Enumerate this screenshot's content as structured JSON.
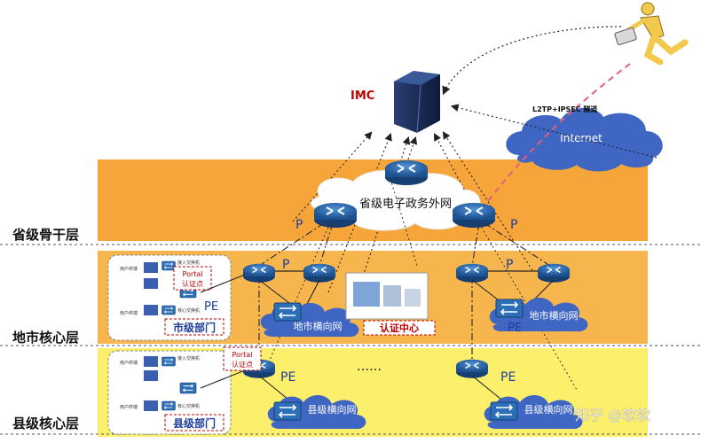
{
  "colors": {
    "provincial_band": "#f5a53a",
    "city_band": "#f7b64d",
    "county_band": "#fbef6c",
    "router_blue": "#2c6fb7",
    "cloud_blue": "#3f66c3",
    "imc_red": "#c00000",
    "label_red": "#c00000",
    "dark_blue_text": "#1f3d99"
  },
  "icons": {
    "server": "server-tower-icon",
    "router": "router-icon",
    "switch": "switch-icon",
    "cloud": "cloud-icon",
    "person": "running-businessman-icon"
  },
  "top": {
    "imc_label": "IMC",
    "tunnel_label": "L2TP+IPSEC 隧道",
    "internet_label": "Internet"
  },
  "layers": {
    "provincial": "省级骨干层",
    "city": "地市核心层",
    "county": "县级核心层"
  },
  "provincial_net": {
    "ring_label": "省级电子政务外网",
    "p_left": "P",
    "p_right": "P"
  },
  "city_net": {
    "p_left": "P",
    "p_right": "P",
    "pe_left": "PE",
    "pe_right": "PE",
    "horizontal_left": "地市横向网",
    "horizontal_right": "地市横向网",
    "auth_center": "认证中心"
  },
  "city_dept": {
    "access_switch": "接入交换机",
    "core_switch": "核心交换机",
    "terminal_1": "用户终端",
    "terminal_2": "用户终端",
    "portal_line1": "Portal",
    "portal_line2": "认证点",
    "pe": "PE",
    "name": "市级部门"
  },
  "county_net": {
    "pe_left": "PE",
    "pe_right": "PE",
    "dots": "……",
    "horizontal_left": "县级横向网",
    "horizontal_right": "县级横向网"
  },
  "county_dept": {
    "access_switch": "接入交换机",
    "core_switch": "核心交换机",
    "terminal_1": "用户终端",
    "terminal_2": "用户终端",
    "portal_line1": "Portal",
    "portal_line2": "认证点",
    "name": "县级部门"
  },
  "watermark": "知乎 @软软"
}
